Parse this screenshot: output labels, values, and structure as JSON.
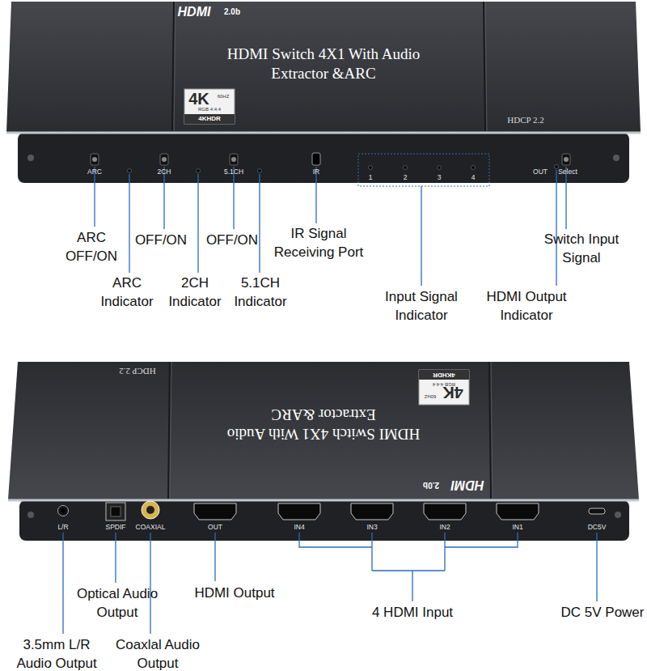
{
  "diagram": {
    "labels": [
      "HDMI",
      "2.0b",
      "HDMI Switch 4X1 With Audio Extractor &ARC",
      "4K",
      "60HZ",
      "RGB 4:4:4",
      "4KHDR",
      "HDCP 2.2",
      "ARC",
      "2CH",
      "5.1CH",
      "IR",
      "1",
      "2",
      "3",
      "4",
      "OUT",
      "Select",
      "ARC OFF/ON",
      "OFF/ON",
      "OFF/ON",
      "IR Signal Receiving Port",
      "Switch Input Signal",
      "ARC Indicator",
      "2CH Indicator",
      "5.1CH Indicator",
      "Input Signal Indicator",
      "HDMI Output Indicator",
      "HDCP 2.2",
      "HDMI Switch 4X1 With Audio Extractor &ARC",
      "4K",
      "60HZ",
      "RGB 4:4:4",
      "4KHDR",
      "HDMI",
      "2.0b",
      "L/R",
      "SPDIF",
      "COAXIAL",
      "OUT",
      "IN4",
      "IN3",
      "IN2",
      "IN1",
      "DC5V",
      "Optical Audio Output",
      "HDMI Output",
      "4 HDMI Input",
      "DC 5V Power",
      "3.5mm L/R Audio Output",
      "Coaxlal Audio Output"
    ]
  }
}
